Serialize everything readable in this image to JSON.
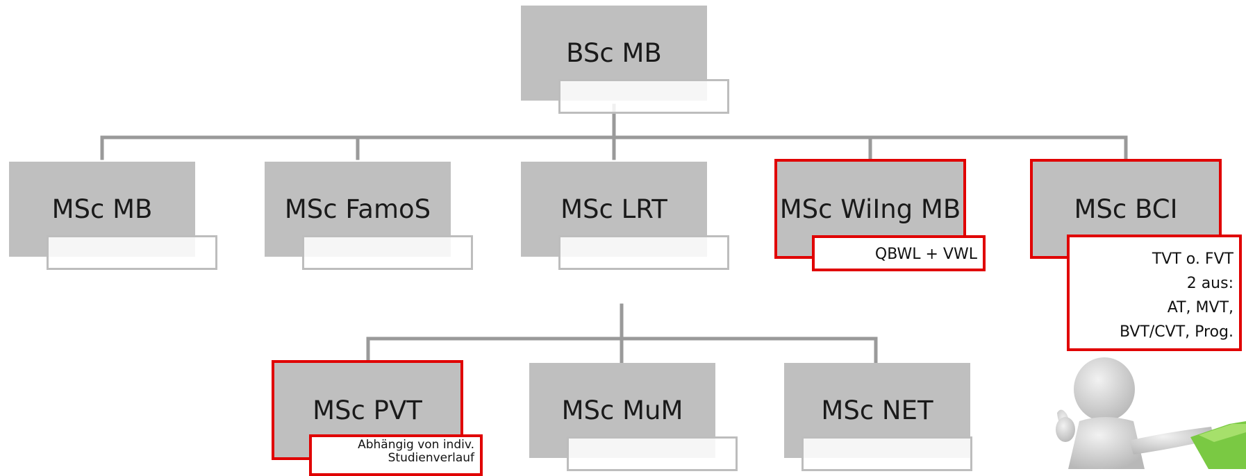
{
  "root": {
    "title": "BSc MB",
    "note": []
  },
  "level1": [
    {
      "title": "MSc MB",
      "note": []
    },
    {
      "title": "MSc FamoS",
      "note": []
    },
    {
      "title": "MSc LRT",
      "note": []
    },
    {
      "title": "MSc WiIng MB",
      "note": [
        "QBWL + VWL"
      ]
    },
    {
      "title": "MSc BCI",
      "note": [
        "TVT o. FVT",
        "2 aus:",
        "AT, MVT,",
        "BVT/CVT, Prog."
      ]
    }
  ],
  "level2": [
    {
      "title": "MSc PVT",
      "note": [
        "Abhängig von indiv.",
        "Studienverlauf"
      ]
    },
    {
      "title": "MSc MuM",
      "note": []
    },
    {
      "title": "MSc NET",
      "note": []
    }
  ],
  "colors": {
    "box": "#bfbfbf",
    "connector": "#9a9a9a",
    "highlight": "#e00000",
    "figure_accent": "#7ac943"
  },
  "icons": {
    "figure": "thumbs-up-figure-icon"
  }
}
